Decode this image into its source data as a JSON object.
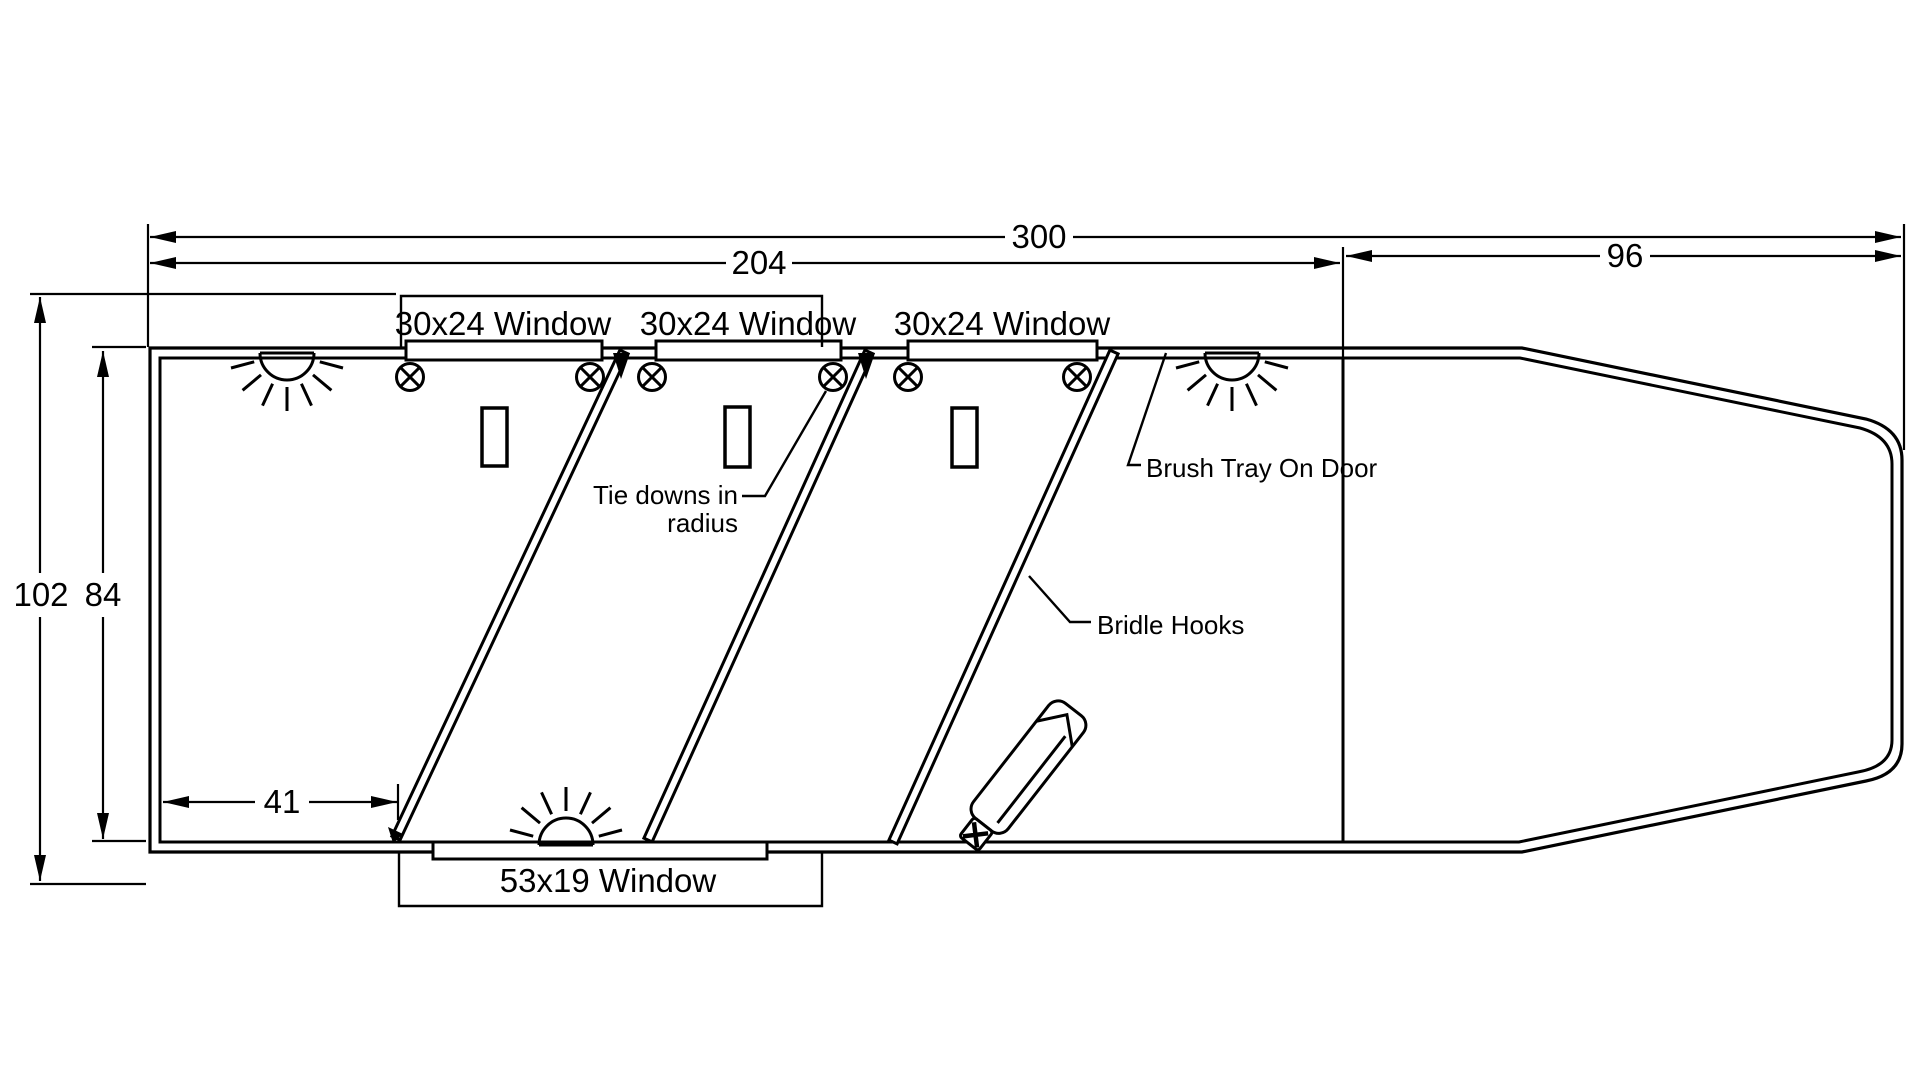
{
  "diagram": {
    "type": "horse-trailer-floor-plan",
    "background_color": "#ffffff",
    "line_color": "#000000",
    "dimensions": {
      "overall_length": "300",
      "horse_area_length": "204",
      "nose_length": "96",
      "overall_width": "102",
      "interior_width": "84",
      "rear_stall_width": "41"
    },
    "windows": {
      "side_labels": [
        "30x24 Window",
        "30x24 Window",
        "30x24 Window"
      ],
      "rear_label": "53x19 Window"
    },
    "annotations": {
      "tie_downs_line1": "Tie downs in",
      "tie_downs_line2": "radius",
      "brush_tray": "Brush Tray On Door",
      "bridle_hooks": "Bridle Hooks"
    },
    "symbols": {
      "dome_lights": 3,
      "tie_down_rings": 6,
      "roof_vents": 3,
      "stall_dividers": 3,
      "brush": 1
    }
  }
}
